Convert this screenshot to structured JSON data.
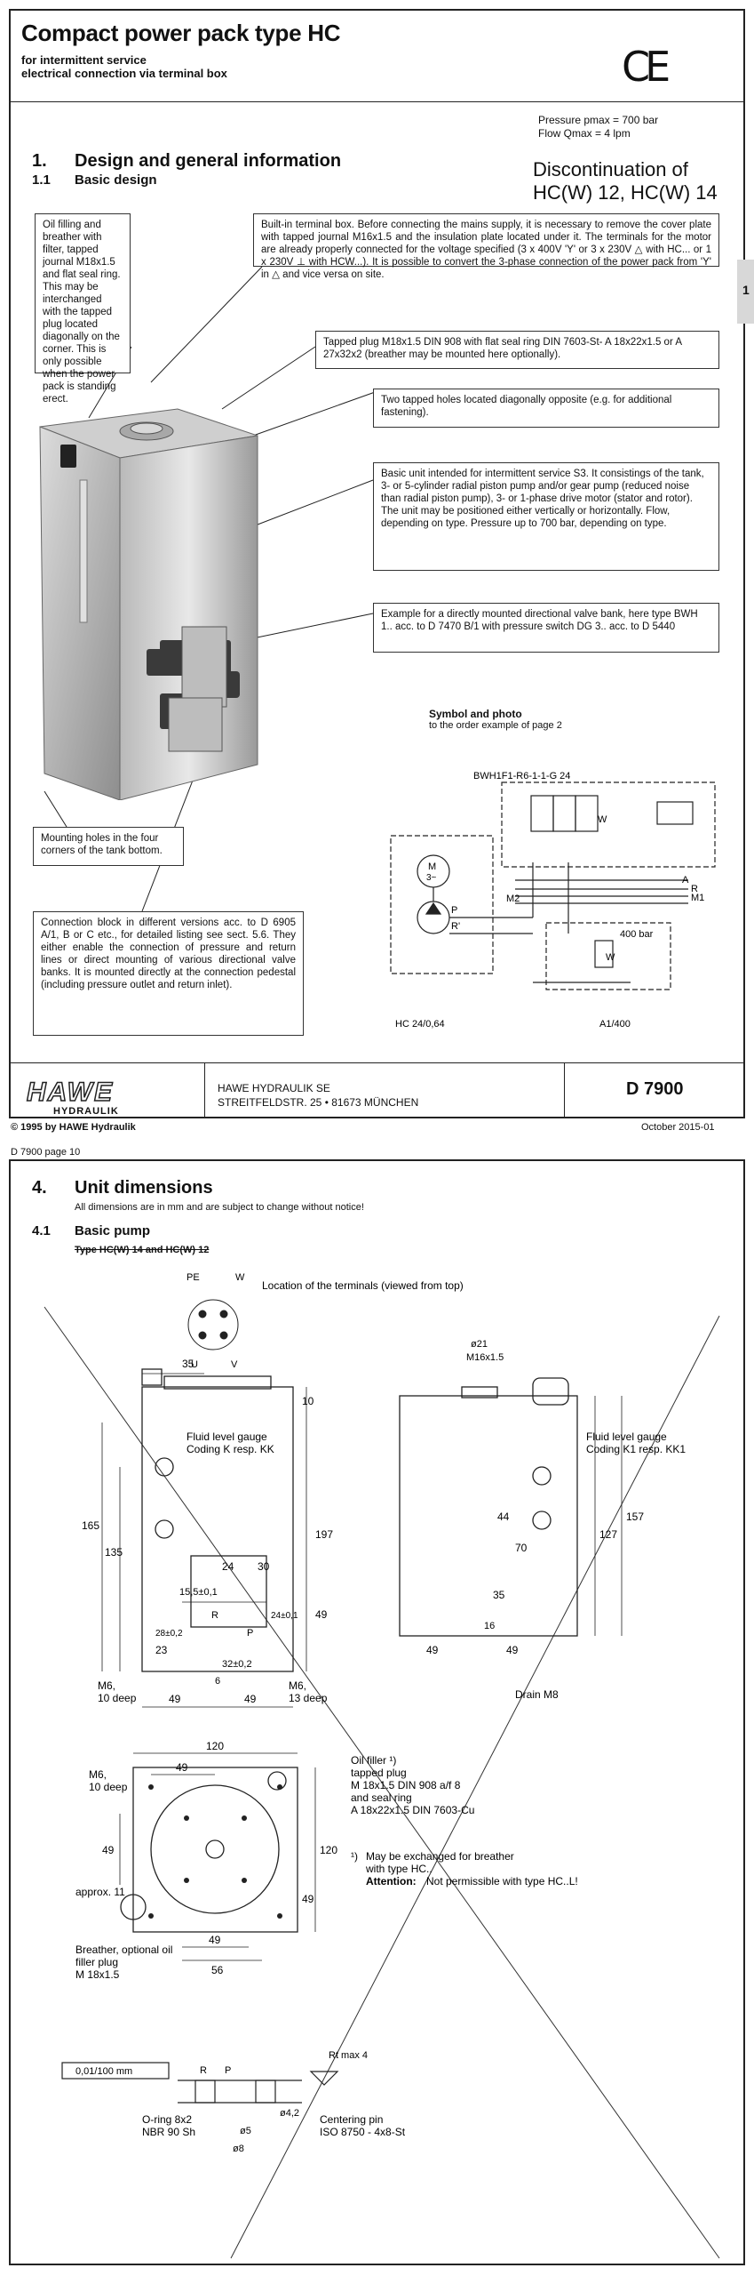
{
  "page1": {
    "title": "Compact power pack type HC",
    "subtitle1": "for intermittent service",
    "subtitle2": "electrical connection via terminal box",
    "ce_mark": "CE",
    "pressure_line": "Pressure pmax = 700 bar",
    "flow_line": "Flow Qmax = 4 lpm",
    "discontinuation_line1": "Discontinuation of",
    "discontinuation_line2": "HC(W) 12, HC(W) 14",
    "section_number": "1.",
    "section_title": "Design and general information",
    "subsection_number": "1.1",
    "subsection_title": "Basic design",
    "side_tab": "1",
    "notes": {
      "oil_filling": "Oil filling and breather with filter, tapped journal M18x1.5 and flat seal ring. This may be interchanged with the tapped plug located diagonally on the corner. This is only possible when the power pack is standing erect.",
      "terminal_box": "Built-in terminal box. Before connecting the mains supply, it is necessary to remove the cover plate with tapped journal M16x1.5 and the insulation plate located under it. The terminals for the motor are already properly connected for the voltage specified (3 x 400V 'Y' or 3 x 230V △ with HC... or 1 x 230V ⊥ with HCW...). It is possible to convert the 3-phase connection of the power pack from 'Y' in △ and vice versa on site.",
      "tapped_plug": "Tapped plug M18x1.5 DIN 908 with flat seal ring DIN 7603-St- A 18x22x1.5 or A 27x32x2 (breather may be mounted here optionally).",
      "tapped_holes": "Two tapped holes located diagonally opposite (e.g. for additional fastening).",
      "basic_unit": "Basic unit intended for intermittent service S3. It consistings of the tank, 3- or 5-cylinder radial piston pump and/or gear pump (reduced noise than radial piston pump), 3- or 1-phase drive motor (stator and rotor). The unit may be positioned either vertically or horizontally. Flow, depending on type. Pressure up to 700 bar, depending on type.",
      "valve_bank": "Example for a directly mounted directional valve bank, here type BWH 1.. acc. to D 7470 B/1 with pressure switch DG 3.. acc. to D 5440",
      "mounting_holes": "Mounting holes in the four corners of the tank bottom.",
      "connection_block": "Connection block in different versions acc. to D 6905 A/1, B or C etc., for detailed listing see sect. 5.6. They either enable the connection of pressure and return lines or direct mounting of various directional valve banks. It is mounted directly at the connection pedestal (including pressure outlet and return inlet)."
    },
    "symbol": {
      "title": "Symbol and photo",
      "subtitle": "to the order example of page 2",
      "valve_code": "BWH1F1-R6-1-1-G 24",
      "label_A": "A",
      "label_R": "R",
      "label_M1": "M1",
      "label_M2": "M2",
      "label_P": "P",
      "label_Rp": "R'",
      "motor_label": "M",
      "motor_sub": "3~",
      "pressure_setting": "400 bar",
      "label_W": "W",
      "label_W2": "W",
      "pack_code": "HC 24/0,64",
      "valve_code2": "A1/400"
    },
    "footer": {
      "logo": "HAWE",
      "logo_sub": "HYDRAULIK",
      "company_line1": "HAWE HYDRAULIK SE",
      "company_line2": "STREITFELDSTR. 25 • 81673 MÜNCHEN",
      "doc_code": "D 7900",
      "copyright": "© 1995 by HAWE Hydraulik",
      "date": "October 2015-01"
    }
  },
  "page2": {
    "header": "D 7900 page 10",
    "section_number": "4.",
    "section_title": "Unit dimensions",
    "section_note": "All dimensions are in mm and are subject to change without notice!",
    "subsection_number": "4.1",
    "subsection_title": "Basic pump",
    "type_label": "Type HC(W) 14 and HC(W) 12",
    "terminals_caption": "Location of the terminals (viewed from top)",
    "term_PE": "PE",
    "term_W": "W",
    "term_U": "U",
    "term_V": "V",
    "fluid_gauge_left_1": "Fluid level gauge",
    "fluid_gauge_left_2": "Coding K resp. KK",
    "fluid_gauge_right_1": "Fluid level gauge",
    "fluid_gauge_right_2": "Coding K1 resp. KK1",
    "front_dims": {
      "d35": "35",
      "d10": "10",
      "d197": "197",
      "d165": "165",
      "d135": "135",
      "d24": "24",
      "d30": "30",
      "d15_5": "15,5±0,1",
      "d24b": "24±0,1",
      "d49v": "49",
      "d28": "28±0,2",
      "d23": "23",
      "d32": "32±0,2",
      "d6": "6",
      "d49a": "49",
      "d49b": "49",
      "m6_left": "M6,",
      "m6_left2": "10 deep",
      "m6_right": "M6,",
      "m6_right2": "13 deep",
      "label_R": "R",
      "label_P": "P"
    },
    "side_dims": {
      "d21": "ø21",
      "m16": "M16x1.5",
      "d157": "157",
      "d127": "127",
      "d44": "44",
      "d70": "70",
      "d35": "35",
      "d16": "16",
      "d49a": "49",
      "d49b": "49",
      "drain": "Drain M8"
    },
    "top_dims": {
      "d120": "120",
      "d49": "49",
      "m6": "M6,",
      "m6b": "10 deep",
      "d49v": "49",
      "d120v": "120",
      "d49v2": "49",
      "approx": "approx. 11",
      "d49h": "49",
      "d56": "56",
      "breather_1": "Breather, optional oil",
      "breather_2": "filler plug",
      "breather_3": "M 18x1.5"
    },
    "oil_filler": {
      "line1": "Oil filler ¹)",
      "line2": "tapped plug",
      "line3": "M 18x1.5 DIN 908  a/f 8",
      "line4": "and seal ring",
      "line5": "A 18x22x1.5 DIN 7603-Cu"
    },
    "footnote": {
      "mark": "¹)",
      "line1": "May be exchanged for breather",
      "line2": "with type HC..",
      "attention": "Attention:",
      "attention_text": "Not permissible with type HC..L!"
    },
    "detail": {
      "flatness": "0,01/100 mm",
      "rmax": "Rt max 4",
      "label_R": "R",
      "label_P": "P",
      "d4_2": "ø4,2",
      "d5": "ø5",
      "d8": "ø8",
      "oring1": "O-ring 8x2",
      "oring2": "NBR 90 Sh",
      "pin1": "Centering pin",
      "pin2": "ISO 8750 - 4x8-St"
    }
  }
}
